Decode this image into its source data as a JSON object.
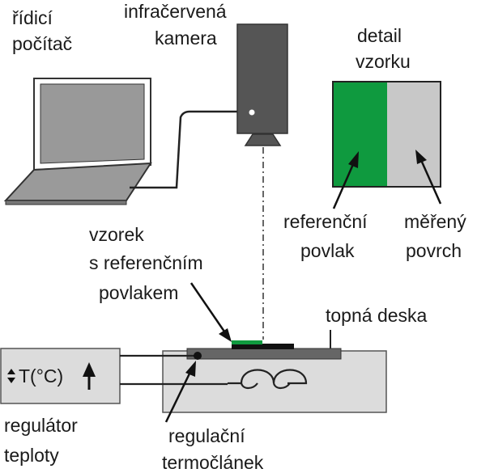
{
  "labels": {
    "computer": [
      "řídicí",
      "počítač"
    ],
    "camera": [
      "infračervená",
      "kamera"
    ],
    "detail": [
      "detail",
      "vzorku"
    ],
    "reference_coating": [
      "referenční",
      "povlak"
    ],
    "measured_surface": [
      "měřený",
      "povrch"
    ],
    "sample": [
      "vzorek",
      "s referenčním",
      "povlakem"
    ],
    "hot_plate": "topná deska",
    "controller_display": "T(°C)",
    "controller": [
      "regulátor",
      "teploty"
    ],
    "thermocouple": [
      "regulační",
      "termočlánek"
    ]
  },
  "colors": {
    "green": "#0f9a3f",
    "light_gray": "#c8c8c8",
    "mid_gray": "#999999",
    "dark_gray": "#555555",
    "box_gray": "#dcdcdc"
  }
}
